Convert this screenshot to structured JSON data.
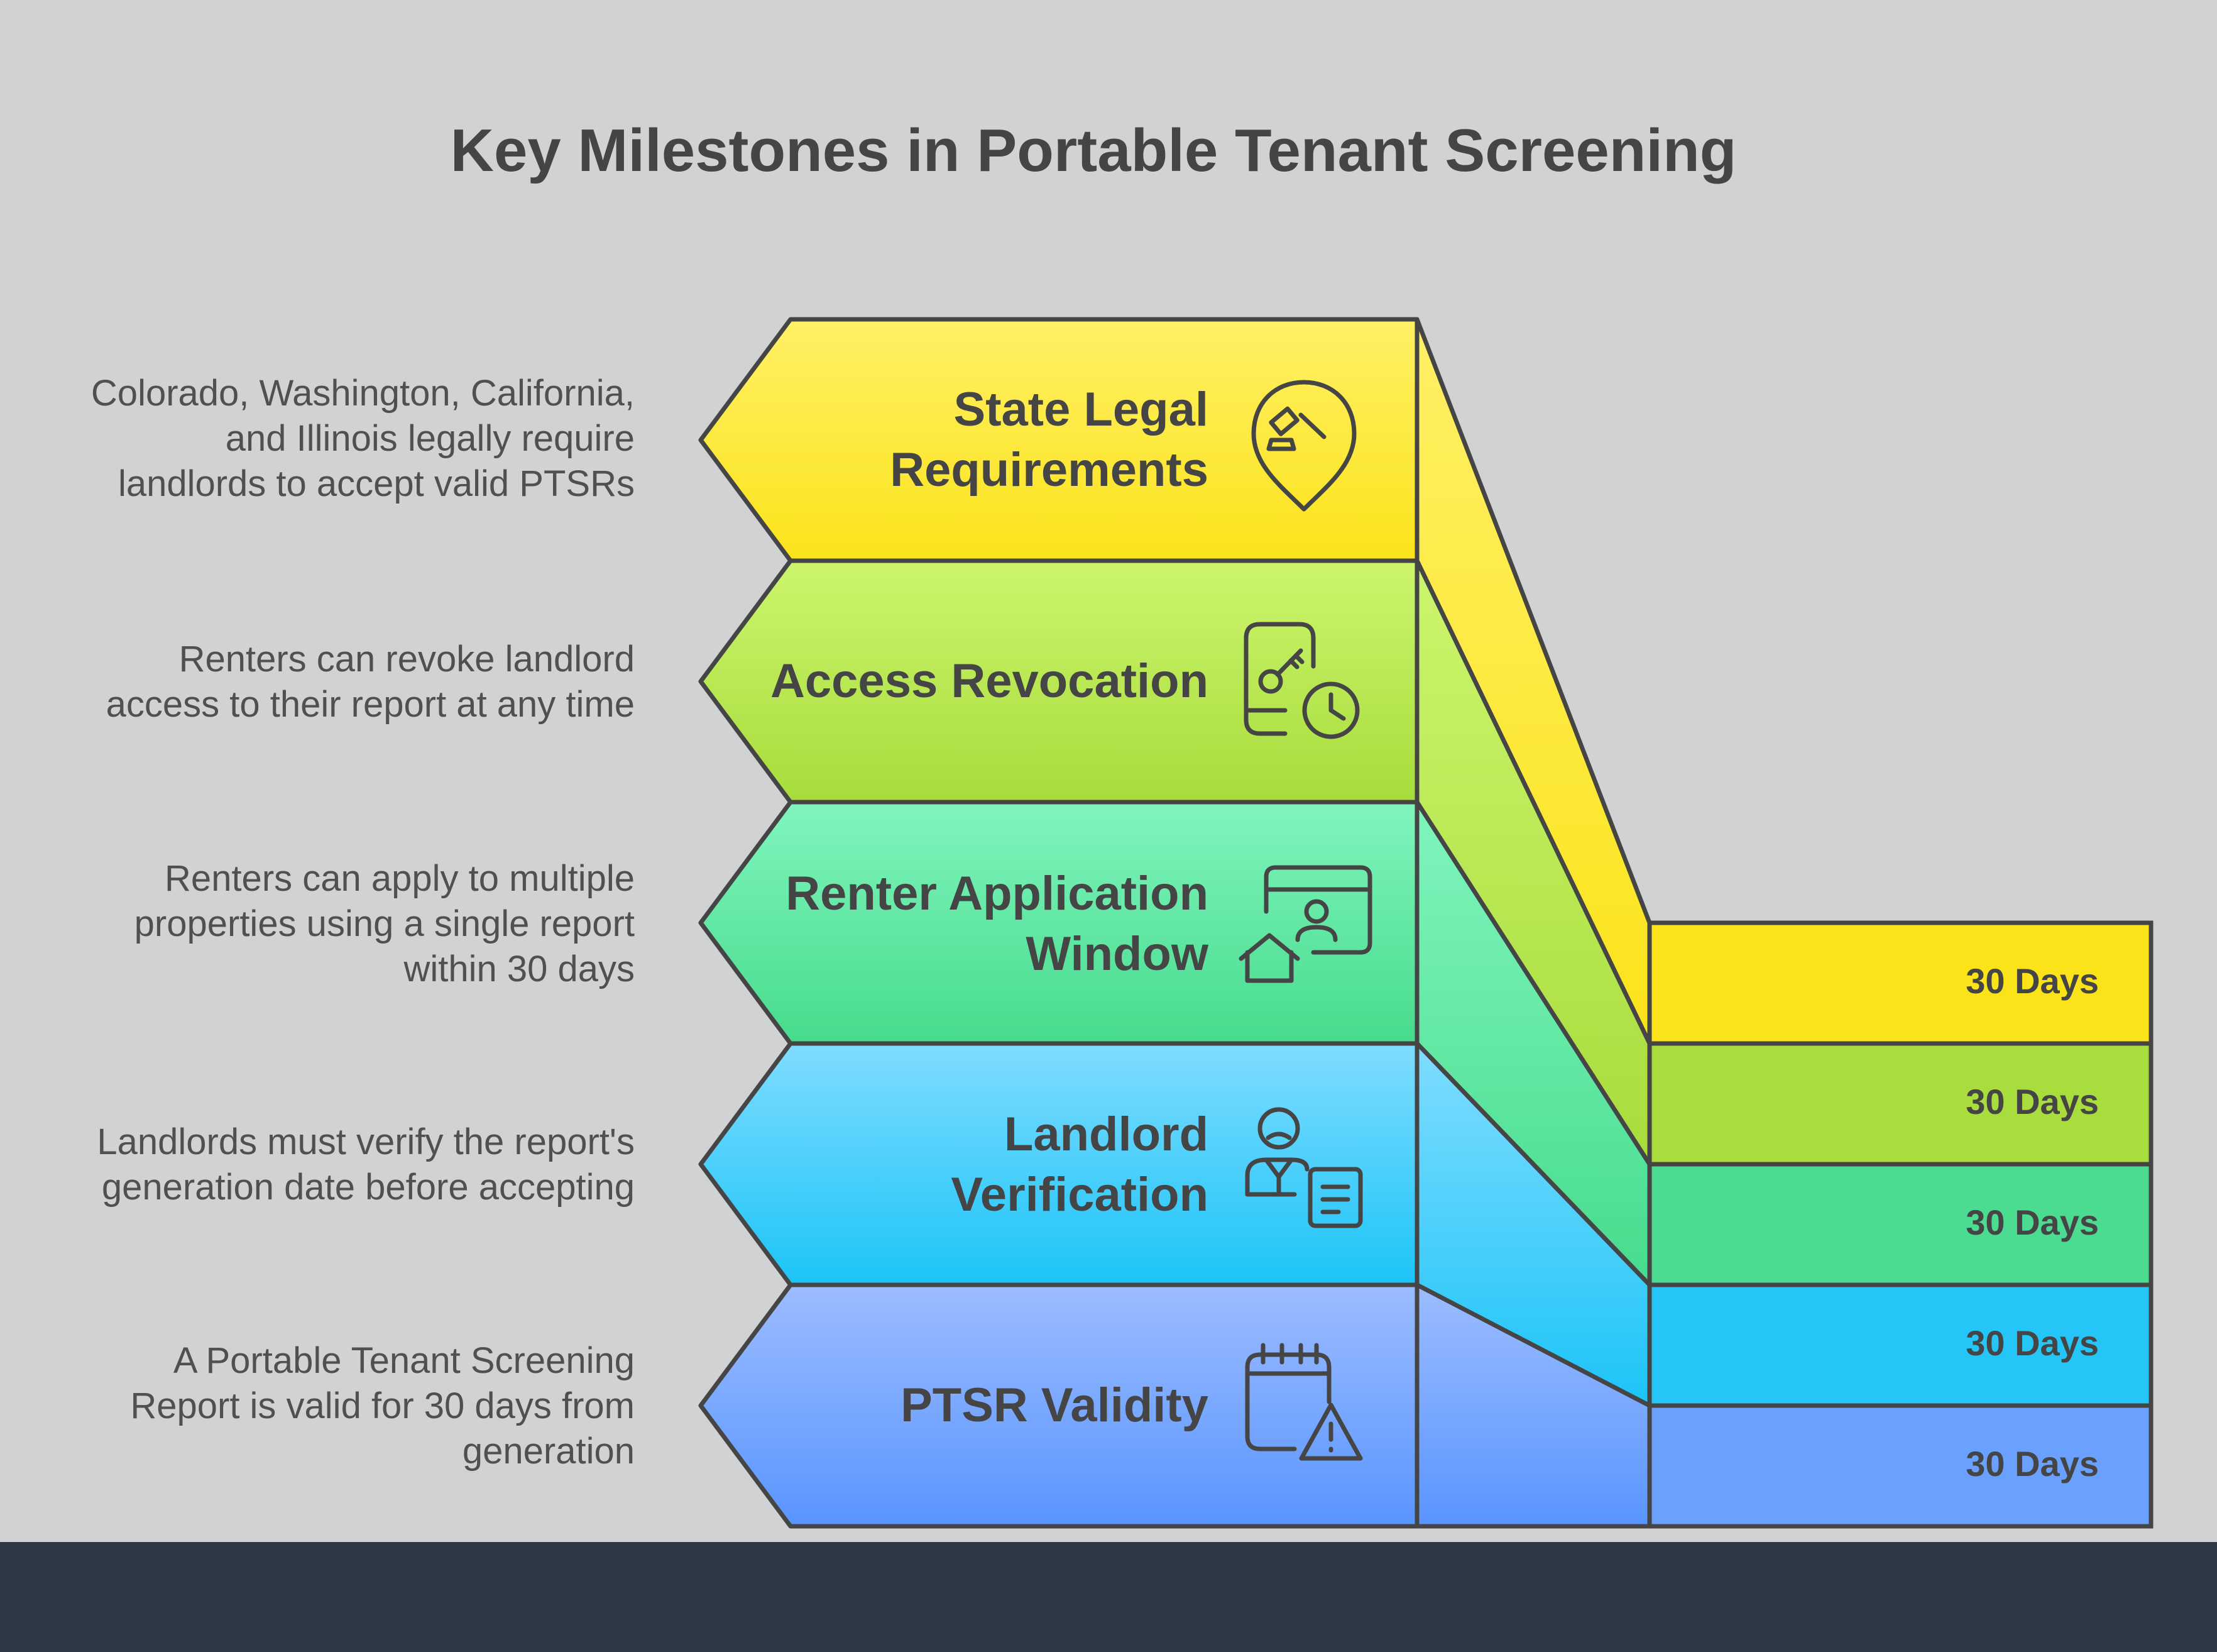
{
  "title": "Key Milestones in Portable Tenant Screening",
  "colors": {
    "background": "#d1d2d4",
    "footer": "#2d3847",
    "outline": "#454545",
    "text_dark": "#454545",
    "text_desc": "#505050"
  },
  "milestones": [
    {
      "label": "State Legal\nRequirements",
      "description": "Colorado, Washington, California,\nand Illinois legally require\nlandlords to accept valid PTSRs",
      "duration": "30 Days",
      "icon": "gavel-location-pin-icon",
      "color_top": "#fff066",
      "color_bottom": "#fbe31a",
      "band_color": "#fbe31a"
    },
    {
      "label": "Access Revocation",
      "description": "Renters can revoke landlord\naccess to their report at any time",
      "duration": "30 Days",
      "icon": "phone-key-clock-icon",
      "color_top": "#ccf56d",
      "color_bottom": "#a8dc3c",
      "band_color": "#a9dd3e"
    },
    {
      "label": "Renter Application\nWindow",
      "description": "Renters can apply to multiple\nproperties using a single report\nwithin 30 days",
      "duration": "30 Days",
      "icon": "house-profile-window-icon",
      "color_top": "#80f5bd",
      "color_bottom": "#47db8d",
      "band_color": "#4bdc92"
    },
    {
      "label": "Landlord\nVerification",
      "description": "Landlords must verify the report's\ngeneration date before accepting",
      "duration": "30 Days",
      "icon": "person-document-icon",
      "color_top": "#7fdcff",
      "color_bottom": "#1cc4f7",
      "band_color": "#25c6f7"
    },
    {
      "label": "PTSR Validity",
      "description": "A Portable Tenant Screening\nReport is valid for 30 days from\ngeneration",
      "duration": "30 Days",
      "icon": "calendar-warning-icon",
      "color_top": "#9cbcff",
      "color_bottom": "#5995ff",
      "band_color": "#6aa1ff"
    }
  ]
}
